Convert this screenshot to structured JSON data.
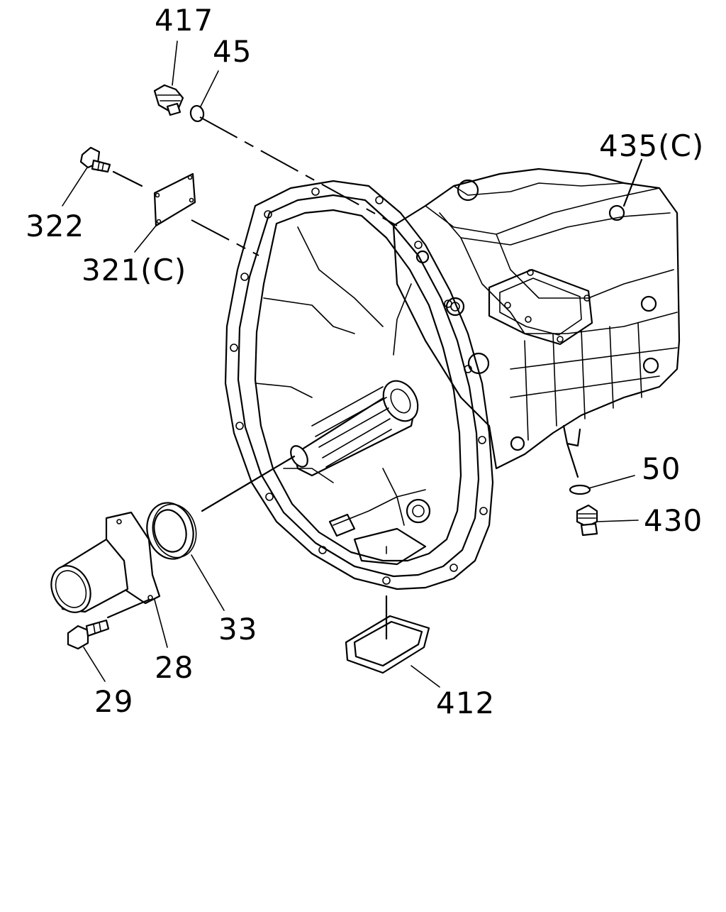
{
  "callouts": {
    "p417": "417",
    "p45": "45",
    "p435c": "435(C)",
    "p322": "322",
    "p321c": "321(C)",
    "p50": "50",
    "p430": "430",
    "p33": "33",
    "p28": "28",
    "p29": "29",
    "p412": "412"
  }
}
